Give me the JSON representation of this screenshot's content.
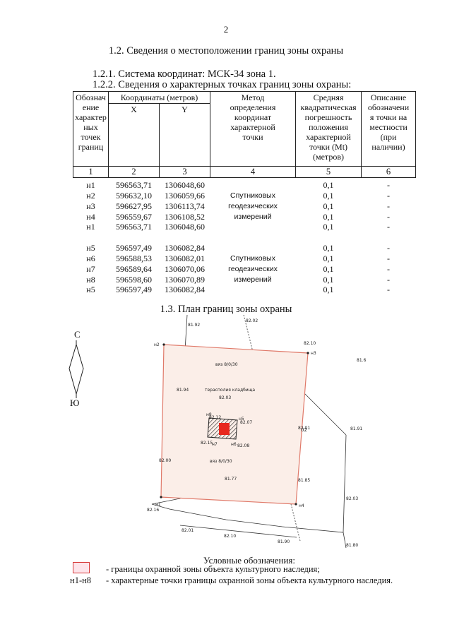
{
  "page_number": "2",
  "section_1_2": "1.2. Сведения о местоположении границ зоны охраны",
  "section_1_2_1": "1.2.1. Система координат: МСК-34 зона 1.",
  "section_1_2_2": "1.2.2. Сведения о характерных точках границ зоны охраны:",
  "table": {
    "headers": {
      "point": [
        "Обознач",
        "ение",
        "характер",
        "ных",
        "точек",
        "границ"
      ],
      "coords": "Координаты (метров)",
      "x": "X",
      "y": "Y",
      "method": [
        "Метод",
        "определения",
        "координат",
        "характерной",
        "точки"
      ],
      "error": [
        "Средняя",
        "квадратическая",
        "погрешность",
        "положения",
        "характерной",
        "точки (Mt)",
        "(метров)"
      ],
      "desc": [
        "Описание",
        "обозначени",
        "я точки на",
        "местности",
        "(при",
        "наличии)"
      ]
    },
    "col_numbers": [
      "1",
      "2",
      "3",
      "4",
      "5",
      "6"
    ],
    "method_text": [
      "Спутниковых",
      "геодезических",
      "измерений"
    ],
    "group1": [
      {
        "point": "н1",
        "x": "596563,71",
        "y": "1306048,60",
        "error": "0,1",
        "desc": "-"
      },
      {
        "point": "н2",
        "x": "596632,10",
        "y": "1306059,66",
        "error": "0,1",
        "desc": "-"
      },
      {
        "point": "н3",
        "x": "596627,95",
        "y": "1306113,74",
        "error": "0,1",
        "desc": "-"
      },
      {
        "point": "н4",
        "x": "596559,67",
        "y": "1306108,52",
        "error": "0,1",
        "desc": "-"
      },
      {
        "point": "н1",
        "x": "596563,71",
        "y": "1306048,60",
        "error": "0,1",
        "desc": "-"
      }
    ],
    "group2": [
      {
        "point": "н5",
        "x": "596597,49",
        "y": "1306082,84",
        "error": "0,1",
        "desc": "-"
      },
      {
        "point": "н6",
        "x": "596588,53",
        "y": "1306082,01",
        "error": "0,1",
        "desc": "-"
      },
      {
        "point": "н7",
        "x": "596589,64",
        "y": "1306070,06",
        "error": "0,1",
        "desc": "-"
      },
      {
        "point": "н8",
        "x": "596598,60",
        "y": "1306070,89",
        "error": "0,1",
        "desc": "-"
      },
      {
        "point": "н5",
        "x": "596597,49",
        "y": "1306082,84",
        "error": "0,1",
        "desc": "-"
      }
    ]
  },
  "section_1_3": "1.3. План границ зоны охраны",
  "compass": {
    "north": "С",
    "south": "Ю"
  },
  "plan": {
    "labels": {
      "n1": "н1",
      "n2": "н2",
      "n3": "н3",
      "n4": "н4",
      "n5": "н5",
      "n6": "н6",
      "n7": "н7",
      "n8": "н8",
      "vyaz1": "вяз 8/0/30",
      "vyaz2": "вяз 8/0/30",
      "terrace": "терасполия кладбища",
      "r1": "81.92",
      "r2": "82.02",
      "r3": "82.10",
      "r4": "81.6",
      "r5": "81.94",
      "r6": "82.03",
      "r7": "82.07",
      "r8": "82.15",
      "r9": "82.08",
      "r10": "82.00",
      "r11": "81.77",
      "r12": "81.85",
      "r13": "81.91",
      "r14": "82.16",
      "r15": "82.01",
      "r16": "82.10",
      "r17": "81.90",
      "r18": "81.80",
      "r19": "82.03",
      "r20": "82.01",
      "r21": "82.12",
      "r22": "02"
    },
    "colors": {
      "zone_fill": "#fbeee8",
      "zone_stroke": "#e07a6a",
      "object": "#e8281e"
    }
  },
  "legend": {
    "title": "Условные обозначения:",
    "line1": "- границы охранной зоны объекта культурного наследия;",
    "code": "н1-н8",
    "line2": "- характерные точки границы охранной зоны объекта культурного наследия."
  }
}
